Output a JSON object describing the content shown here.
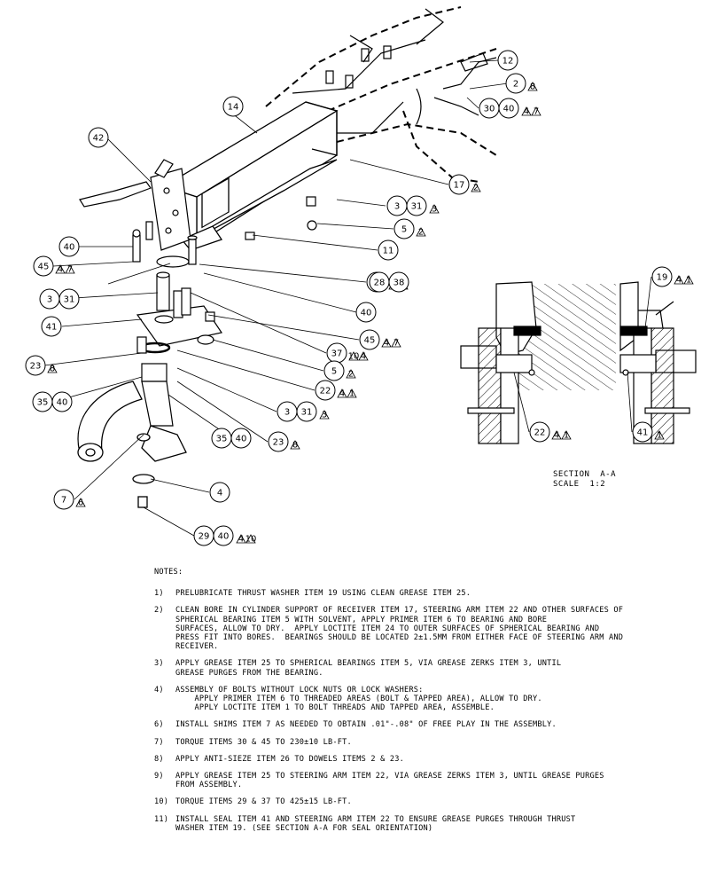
{
  "callouts": [
    {
      "number": "12",
      "flags": []
    },
    {
      "number": "2",
      "flags": [
        "8"
      ]
    },
    {
      "number": "30",
      "number2": "40",
      "flags": [
        "4",
        "7"
      ]
    },
    {
      "number": "14",
      "flags": []
    },
    {
      "number": "42",
      "flags": []
    },
    {
      "number": "17",
      "flags": [
        "2"
      ]
    },
    {
      "number": "3",
      "number2": "31",
      "flags": [
        "3"
      ]
    },
    {
      "number": "5",
      "flags": [
        "2"
      ]
    },
    {
      "number": "11",
      "flags": []
    },
    {
      "number": "40",
      "flags": []
    },
    {
      "number": "45",
      "flags": [
        "4",
        "7"
      ]
    },
    {
      "number": "19",
      "flags": [
        "4",
        "1"
      ]
    },
    {
      "number": "28",
      "number2": "38",
      "flags": []
    },
    {
      "number": "3",
      "number2": "31",
      "flags": []
    },
    {
      "number": "40",
      "flags": []
    },
    {
      "number": "41",
      "flags": []
    },
    {
      "number": "45",
      "flags": [
        "4",
        "7"
      ]
    },
    {
      "number": "37",
      "flags": [
        "10",
        "4"
      ]
    },
    {
      "number": "23",
      "flags": [
        "8"
      ]
    },
    {
      "number": "5",
      "flags": [
        "2"
      ]
    },
    {
      "number": "22",
      "flags": [
        "4",
        "1"
      ]
    },
    {
      "number": "35",
      "number2": "40",
      "flags": []
    },
    {
      "number": "3",
      "number2": "31",
      "flags": [
        "3"
      ]
    },
    {
      "number": "35",
      "number2": "40",
      "flags": []
    },
    {
      "number": "23",
      "flags": [
        "8"
      ]
    },
    {
      "number": "7",
      "flags": [
        "6"
      ]
    },
    {
      "number": "4",
      "flags": []
    },
    {
      "number": "29",
      "number2": "40",
      "flags": [
        "4",
        "10"
      ]
    },
    {
      "number": "19",
      "flags": [
        "4",
        "1"
      ]
    },
    {
      "number": "22",
      "flags": [
        "4",
        "1"
      ]
    },
    {
      "number": "41",
      "flags": [
        "1"
      ]
    }
  ],
  "section": {
    "title": "SECTION  A-A",
    "scale": "SCALE  1:2"
  },
  "notes": {
    "title": "NOTES:",
    "items": [
      {
        "num": "1)",
        "lines": [
          "PRELUBRICATE THRUST WASHER ITEM 19 USING CLEAN GREASE ITEM 25."
        ]
      },
      {
        "num": "2)",
        "lines": [
          "CLEAN BORE IN CYLINDER SUPPORT OF RECEIVER ITEM 17, STEERING ARM ITEM 22 AND OTHER SURFACES OF",
          "SPHERICAL BEARING ITEM 5 WITH SOLVENT, APPLY PRIMER ITEM 6 TO BEARING AND BORE",
          "SURFACES, ALLOW TO DRY.  APPLY LOCTITE ITEM 24 TO OUTER SURFACES OF SPHERICAL BEARING AND",
          "PRESS FIT INTO BORES.  BEARINGS SHOULD BE LOCATED 2±1.5MM FROM EITHER FACE OF STEERING ARM AND",
          "RECEIVER."
        ]
      },
      {
        "num": "3)",
        "lines": [
          "APPLY GREASE ITEM 25 TO SPHERICAL BEARINGS ITEM 5, VIA GREASE ZERKS ITEM 3, UNTIL",
          "GREASE PURGES FROM THE BEARING."
        ]
      },
      {
        "num": "4)",
        "lines": [
          "ASSEMBLY OF BOLTS WITHOUT LOCK NUTS OR LOCK WASHERS:",
          "    APPLY PRIMER ITEM 6 TO THREADED AREAS (BOLT & TAPPED AREA), ALLOW TO DRY.",
          "    APPLY LOCTITE ITEM 1 TO BOLT THREADS AND TAPPED AREA, ASSEMBLE."
        ]
      },
      {
        "num": "6)",
        "lines": [
          "INSTALL SHIMS ITEM 7 AS NEEDED TO OBTAIN .01\"-.08\" OF FREE PLAY IN THE ASSEMBLY."
        ]
      },
      {
        "num": "7)",
        "lines": [
          "TORQUE ITEMS 30 & 45 TO 230±10 LB-FT."
        ]
      },
      {
        "num": "8)",
        "lines": [
          "APPLY ANTI-SIEZE ITEM 26 TO DOWELS ITEMS 2 & 23."
        ]
      },
      {
        "num": "9)",
        "lines": [
          "APPLY GREASE ITEM 25 TO STEERING ARM ITEM 22, VIA GREASE ZERKS ITEM 3, UNTIL GREASE PURGES",
          "FROM ASSEMBLY."
        ]
      },
      {
        "num": "10)",
        "lines": [
          "TORQUE ITEMS 29 & 37 TO 425±15 LB-FT."
        ]
      },
      {
        "num": "11)",
        "lines": [
          "INSTALL SEAL ITEM 41 AND STEERING ARM ITEM 22 TO ENSURE GREASE PURGES THROUGH THRUST",
          "WASHER ITEM 19. (SEE SECTION A-A FOR SEAL ORIENTATION)"
        ]
      }
    ]
  }
}
